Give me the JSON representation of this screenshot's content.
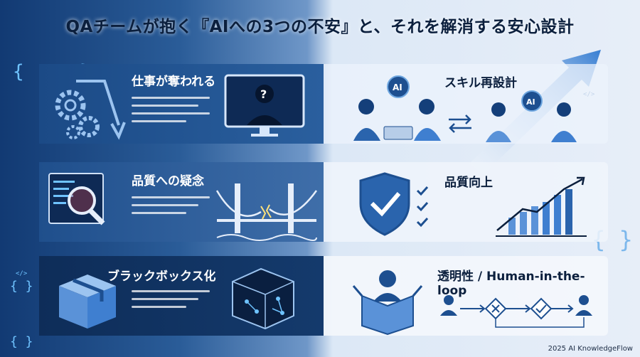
{
  "title": "QAチームが抱く『AIへの3つの不安』と、それを解消する安心設計",
  "rows": [
    {
      "concern": "仕事が奪われる",
      "solution": "スキル再設計",
      "left_icon": "gears-icon",
      "mid_icon": "person-question-monitor-icon",
      "right_icon": "people-with-ai-icon",
      "ai_badge": "AI",
      "ai_badge_2": "AI",
      "question": "?"
    },
    {
      "concern": "品質への疑念",
      "solution": "品質向上",
      "left_icon": "code-magnifier-icon",
      "mid_icon": "broken-bridge-icon",
      "right_icon": "shield-check-icon"
    },
    {
      "concern": "ブラックボックス化",
      "solution": "透明性 / Human-in-the-loop",
      "left_icon": "closed-box-icon",
      "mid_icon": "network-cube-icon",
      "right_icon": "open-box-person-icon"
    }
  ],
  "decorations": {
    "brace": "{ ··· }",
    "brace_small": "{ }",
    "code_tag": "</>"
  },
  "footer": "2025 AI KnowledgeFlow",
  "colors": {
    "accent": "#3f7fd0",
    "dark_navy": "#0b1f3d",
    "cyan": "#6fc3ff"
  }
}
